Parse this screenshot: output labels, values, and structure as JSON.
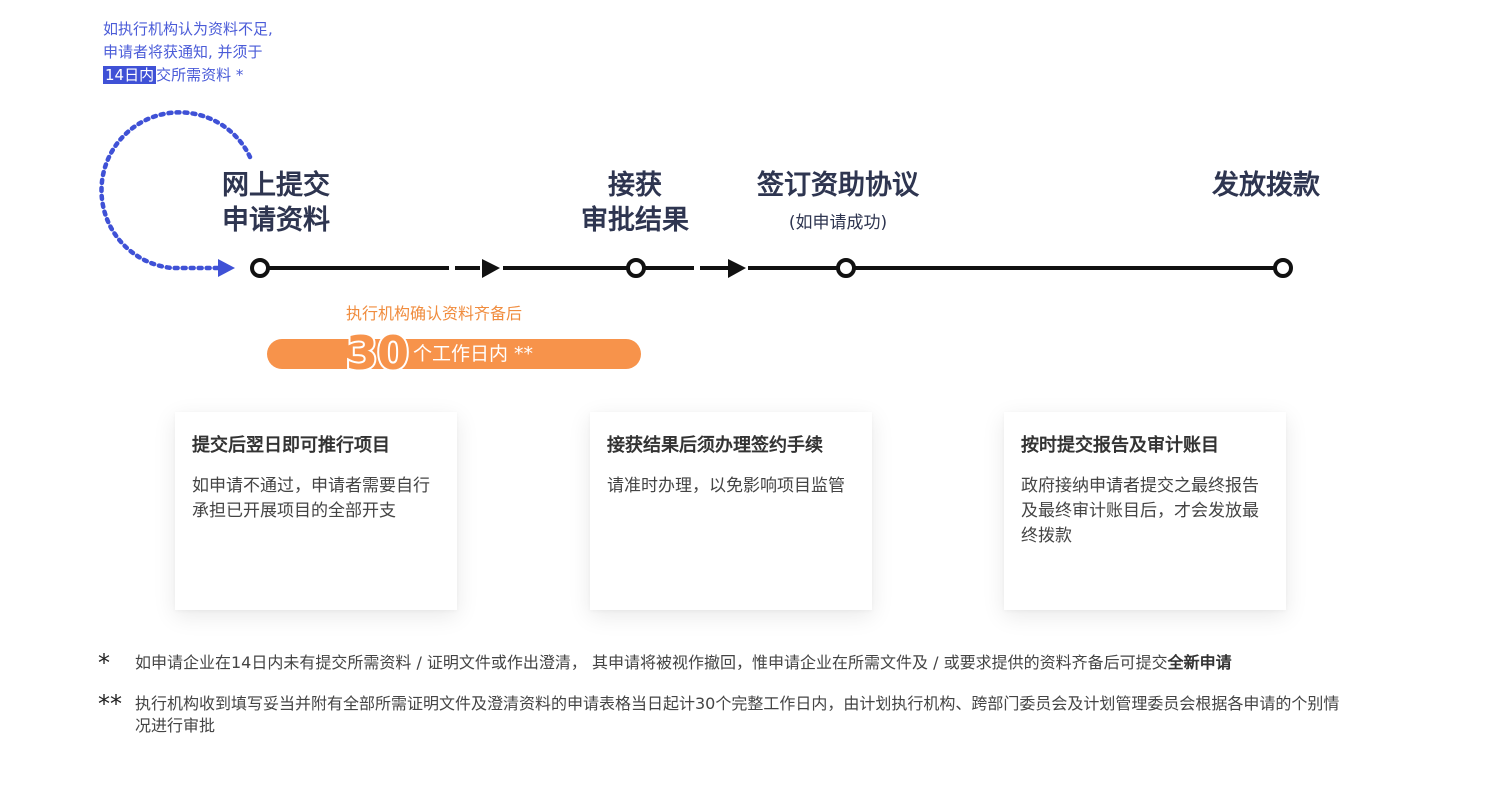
{
  "note": {
    "line1": "如执行机构认为资料不足,",
    "line2": "申请者将获通知, 并须于",
    "highlight": "14日内",
    "line3_rest": "交所需资料 *"
  },
  "steps": [
    {
      "line1": "网上提交",
      "line2": "申请资料"
    },
    {
      "line1": "接获",
      "line2": "审批结果"
    },
    {
      "line1": "签订资助协议",
      "sub": "(如申请成功)"
    },
    {
      "line1": "发放拨款"
    }
  ],
  "badge": {
    "caption": "执行机构确认资料齐备后",
    "number": "30",
    "text": "个工作日内 **"
  },
  "cards": [
    {
      "title": "提交后翌日即可推行项目",
      "body": "如申请不通过，申请者需要自行承担已开展项目的全部开支"
    },
    {
      "title": "接获结果后须办理签约手续",
      "body": "请准时办理，以免影响项目监管"
    },
    {
      "title": "按时提交报告及审计账目",
      "body": "政府接纳申请者提交之最终报告及最终审计账目后，才会发放最终拨款"
    }
  ],
  "footnotes": [
    {
      "mark": "*",
      "text": "如申请企业在14日内未有提交所需资料 / 证明文件或作出澄清， 其申请将被视作撤回，惟申请企业在所需文件及 / 或要求提供的资料齐备后可提交",
      "bold": "全新申请"
    },
    {
      "mark": "**",
      "text": "执行机构收到填写妥当并附有全部所需证明文件及澄清资料的申请表格当日起计30个完整工作日内，由计划执行机构、跨部门委员会及计划管理委员会根据各申请的个别情况进行审批"
    }
  ],
  "colors": {
    "blue": "#3f51d6",
    "orange": "#f7934b",
    "dark": "#2e3550",
    "line": "#111111"
  }
}
